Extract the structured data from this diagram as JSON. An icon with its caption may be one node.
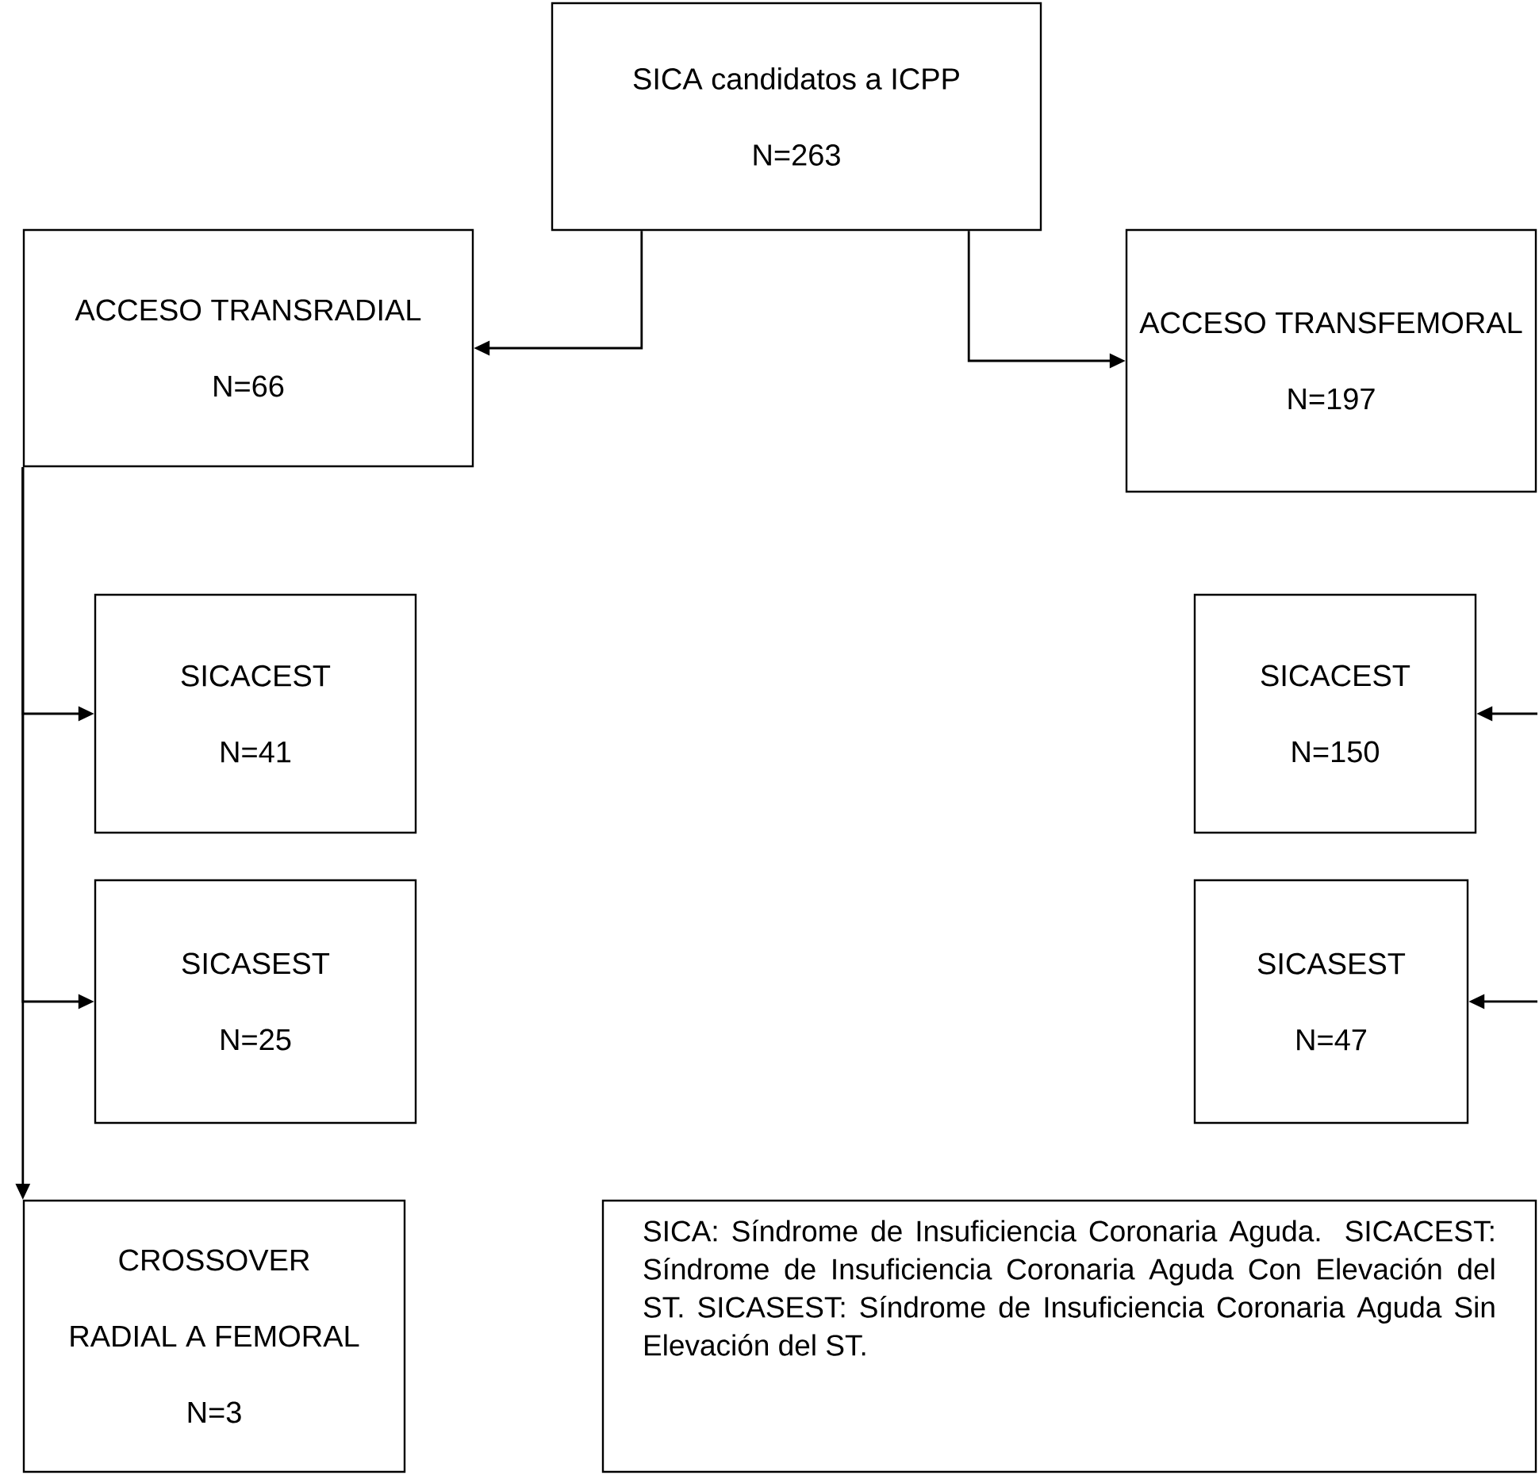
{
  "diagram": {
    "nodes": [
      {
        "text": [
          "SICA candidatos a ICPP",
          "N=263"
        ]
      },
      {
        "text": [
          "ACCESO TRANSRADIAL",
          "N=66"
        ]
      },
      {
        "text": [
          "ACCESO TRANSFEMORAL",
          "N=197"
        ]
      },
      {
        "text": [
          "SICACEST",
          "N=41"
        ]
      },
      {
        "text": [
          "SICASEST",
          "N=25"
        ]
      },
      {
        "text": [
          "CROSSOVER",
          "RADIAL A FEMORAL",
          "N=3"
        ]
      },
      {
        "text": [
          "SICACEST",
          "N=150"
        ]
      },
      {
        "text": [
          "SICASEST",
          "N=47"
        ]
      },
      {
        "text": [
          "SICA: Síndrome de Insuficiencia Coronaria Aguda.  SICACEST: Síndrome de Insuficiencia Coronaria Aguda Con Elevación del ST. SICASEST: Síndrome de Insuficiencia Coronaria Aguda Sin Elevación del ST."
        ]
      }
    ],
    "edges": [
      {
        "from": 0,
        "to": 1,
        "arrow": "to"
      },
      {
        "from": 0,
        "to": 2,
        "arrow": "to"
      },
      {
        "from": 1,
        "to": 3,
        "arrow": "to"
      },
      {
        "from": 1,
        "to": 4,
        "arrow": "to"
      },
      {
        "from": 1,
        "to": 5,
        "arrow": "to"
      },
      {
        "from": null,
        "to": 6,
        "arrow": "to"
      },
      {
        "from": null,
        "to": 7,
        "arrow": "to"
      }
    ]
  }
}
